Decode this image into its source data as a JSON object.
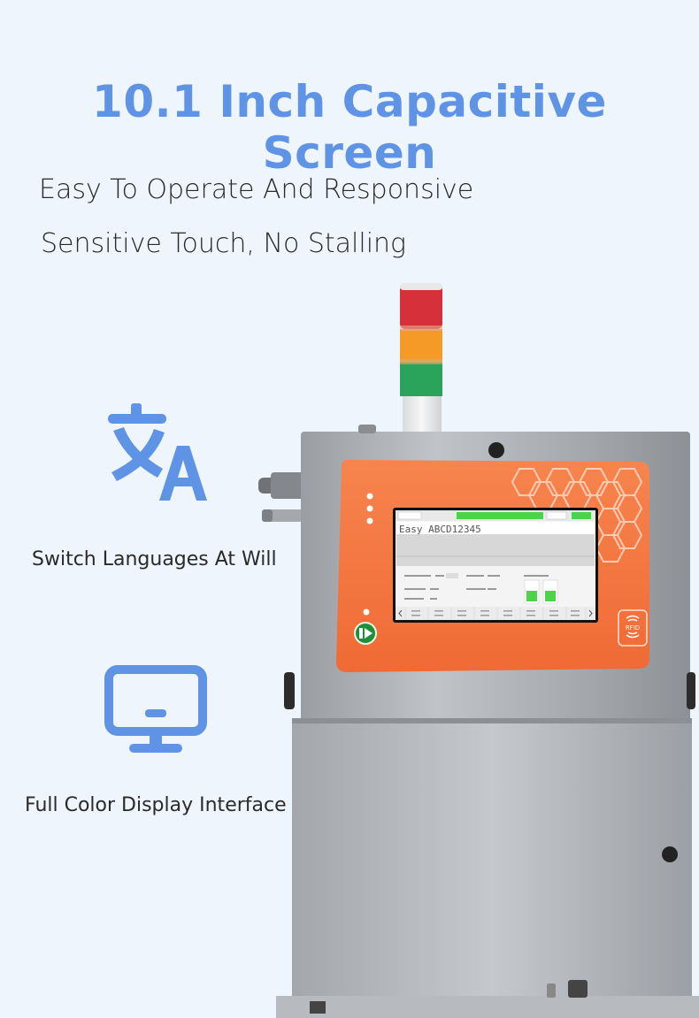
{
  "headline": "10.1 Inch Capacitive Screen",
  "subtitles": [
    "Easy To Operate And Responsive",
    "Sensitive Touch, No Stalling"
  ],
  "features": [
    {
      "label": "Switch Languages At Will",
      "icon": "translate-icon"
    },
    {
      "label": "Full Color Display Interface",
      "icon": "monitor-icon"
    }
  ],
  "screen": {
    "message_text": "Easy ABCD12345",
    "badge": "RFID"
  },
  "colors": {
    "accent": "#5f93e6",
    "panel": "#f57a45",
    "body": "#a9adb2",
    "status_green": "#4bd34a"
  }
}
